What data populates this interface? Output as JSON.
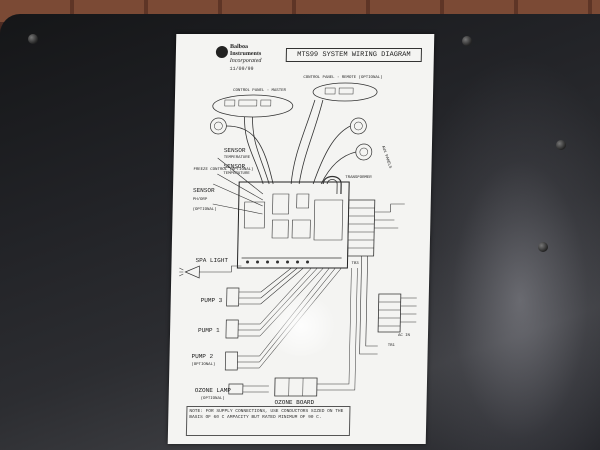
{
  "logo": {
    "line1": "Balboa",
    "line2": "Instruments",
    "line3": "Incorporated"
  },
  "sticker": {
    "date": "11/09/99",
    "title": "MTS99 SYSTEM WIRING DIAGRAM"
  },
  "labels": {
    "control_panel_master": "CONTROL PANEL - MASTER",
    "control_panel_remote": "CONTROL PANEL - REMOTE (OPTIONAL)",
    "sensor_temp_1": "SENSOR",
    "temperature_1": "TEMPERATURE",
    "sensor_temp_2": "SENSOR",
    "temperature_2": "TEMPERATURE",
    "freeze_control": "FREEZE CONTROL (OPTIONAL)",
    "sensor_ph": "SENSOR",
    "ph_orp": "PH/ORP",
    "optional": "(OPTIONAL)",
    "aux_panels": "AUX PANELS",
    "transformer": "TRANSFORMER",
    "spa_light": "SPA LIGHT",
    "pump3": "PUMP 3",
    "pump1": "PUMP 1",
    "pump2": "PUMP 2",
    "pump2_optional": "(OPTIONAL)",
    "ozone_lamp": "OZONE LAMP",
    "ozone_lamp_optional": "(OPTIONAL)",
    "ozone_board": "OZONE BOARD",
    "tb3": "TB3",
    "tb1": "TB1",
    "ac_in": "AC IN",
    "note": "NOTE: FOR SUPPLY CONNECTIONS, USE CONDUCTORS SIZED ON THE BASIS OF 60 C AMPACITY BUT RATED MINIMUM OF 90 C."
  }
}
